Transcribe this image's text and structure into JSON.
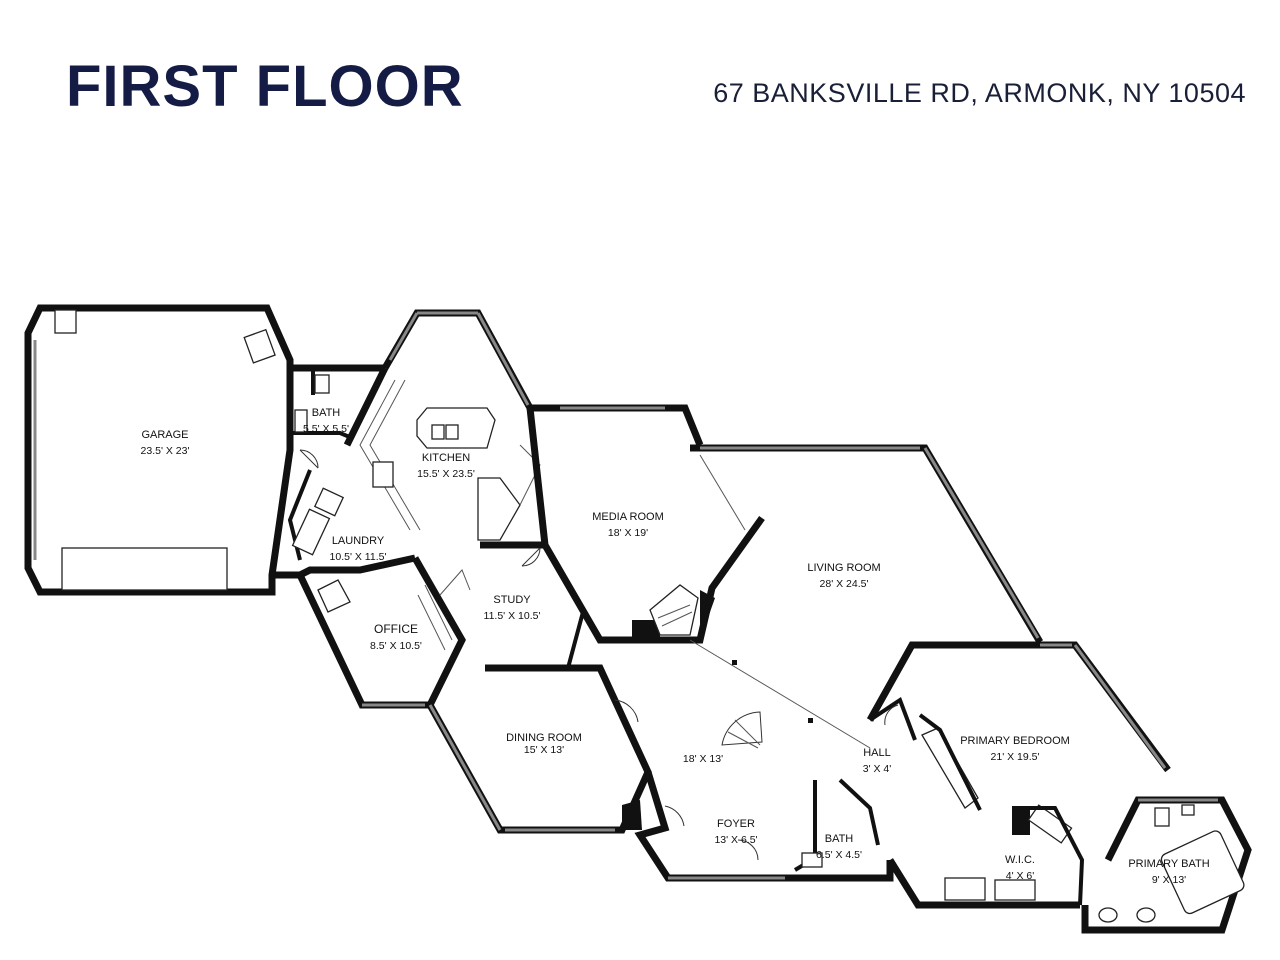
{
  "header": {
    "title": "FIRST FLOOR",
    "address": "67 BANKSVILLE RD, ARMONK, NY 10504"
  },
  "rooms": {
    "garage": {
      "name": "GARAGE",
      "dim": "23.5' X 23'"
    },
    "bath1": {
      "name": "BATH",
      "dim": "5.5' X 5.5'"
    },
    "kitchen": {
      "name": "KITCHEN",
      "dim": "15.5' X 23.5'"
    },
    "media": {
      "name": "MEDIA ROOM",
      "dim": "18' X 19'"
    },
    "laundry": {
      "name": "LAUNDRY",
      "dim": "10.5' X 11.5'"
    },
    "living": {
      "name": "LIVING ROOM",
      "dim": "28' X 24.5'"
    },
    "study": {
      "name": "STUDY",
      "dim": "11.5' X 10.5'"
    },
    "office": {
      "name": "OFFICE",
      "dim": "8.5' X 10.5'"
    },
    "primary_bedroom": {
      "name": "PRIMARY BEDROOM",
      "dim": "21' X 19.5'"
    },
    "dining": {
      "name": "DINING ROOM",
      "dim": "15' X 13'"
    },
    "hall": {
      "name": "HALL",
      "dim": "3' X 4'"
    },
    "foyer_upper": {
      "dim": "18' X 13'"
    },
    "foyer": {
      "name": "FOYER",
      "dim": "13' X 6.5'"
    },
    "bath2": {
      "name": "BATH",
      "dim": "6.5' X 4.5'"
    },
    "wic": {
      "name": "W.I.C.",
      "dim": "4' X 6'"
    },
    "primary_bath": {
      "name": "PRIMARY BATH",
      "dim": "9' X 13'"
    }
  }
}
